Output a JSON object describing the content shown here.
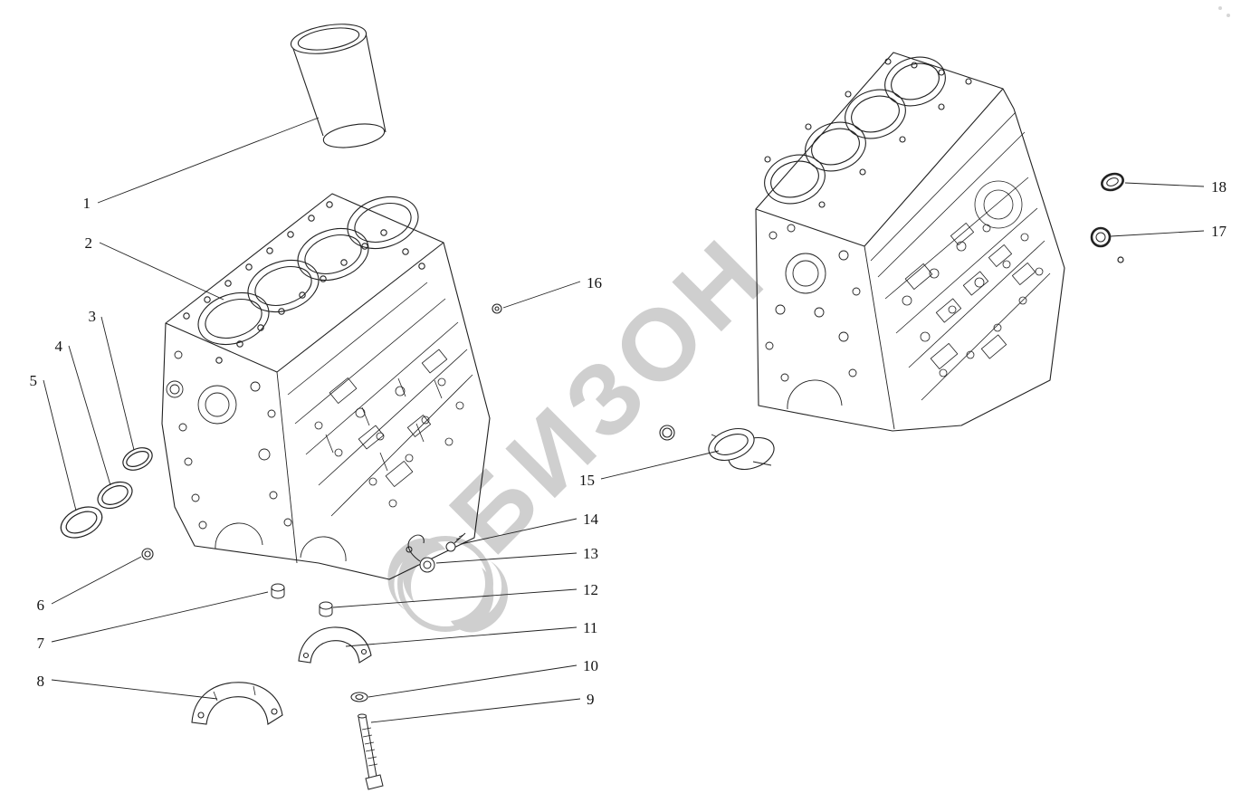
{
  "watermark": {
    "text": "БИЗОН"
  },
  "callouts": [
    {
      "label": "1"
    },
    {
      "label": "2"
    },
    {
      "label": "3"
    },
    {
      "label": "4"
    },
    {
      "label": "5"
    },
    {
      "label": "6"
    },
    {
      "label": "7"
    },
    {
      "label": "8"
    },
    {
      "label": "9"
    },
    {
      "label": "10"
    },
    {
      "label": "11"
    },
    {
      "label": "12"
    },
    {
      "label": "13"
    },
    {
      "label": "14"
    },
    {
      "label": "15"
    },
    {
      "label": "16"
    },
    {
      "label": "17"
    },
    {
      "label": "18"
    }
  ],
  "colors": {
    "background": "#ffffff",
    "line_art": "#222222",
    "watermark": "#c6c6c6"
  }
}
